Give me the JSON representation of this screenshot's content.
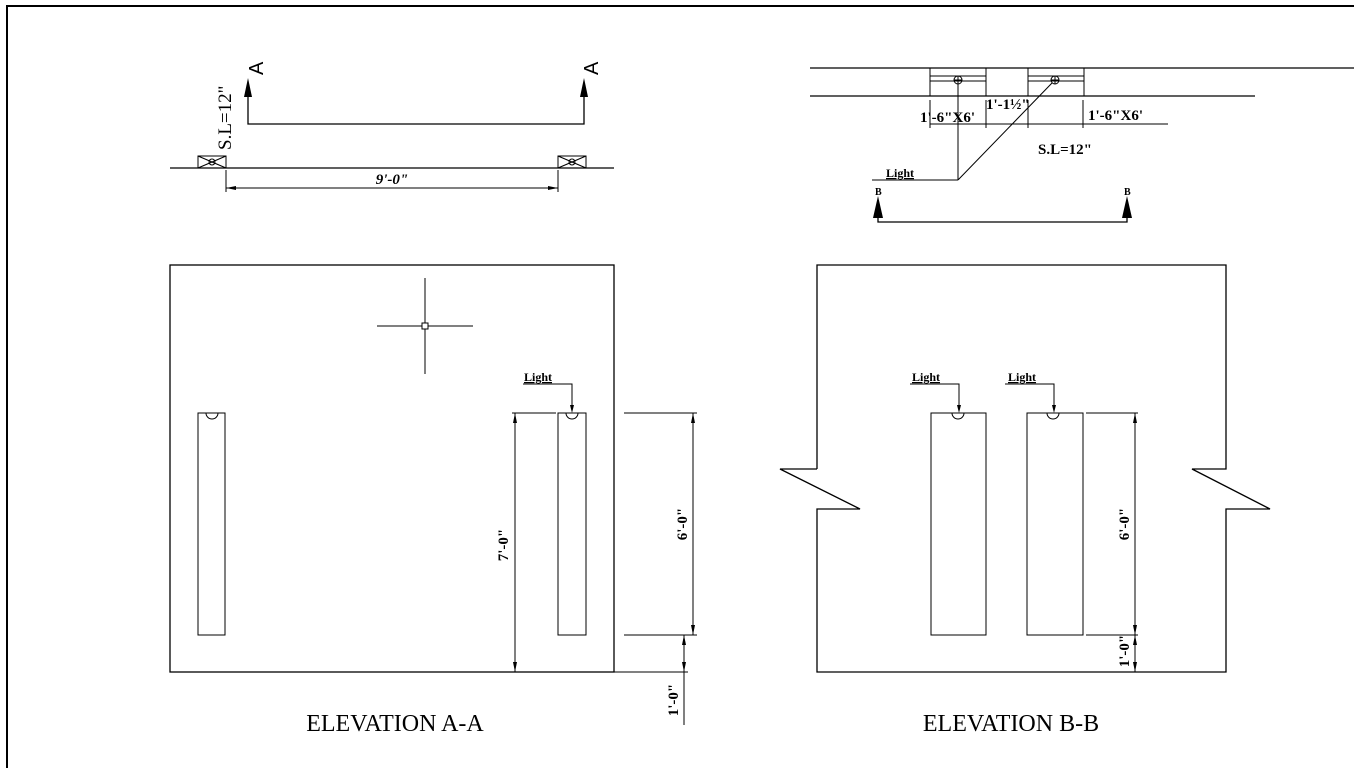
{
  "drawing": {
    "elevation_a": {
      "title": "ELEVATION A-A",
      "section_mark_left": "A",
      "section_mark_right": "A",
      "scale_label": "S.L=12\"",
      "plan_width_dim": "9'-0\"",
      "light_label": "Light",
      "height_dim_total": "7'-0\"",
      "height_dim_window": "6'-0\"",
      "sill_dim": "1'-0\""
    },
    "elevation_b": {
      "title": "ELEVATION B-B",
      "section_mark_left": "B",
      "section_mark_right": "B",
      "scale_label": "S.L=12\"",
      "window_size_left": "1'-6\"X6'",
      "window_size_right": "1'-6\"X6'",
      "gap_dim": "1'-1½\"",
      "plan_light_label": "Light",
      "light_label_1": "Light",
      "light_label_2": "Light",
      "height_dim_window": "6'-0\"",
      "sill_dim": "1'-0\""
    }
  }
}
